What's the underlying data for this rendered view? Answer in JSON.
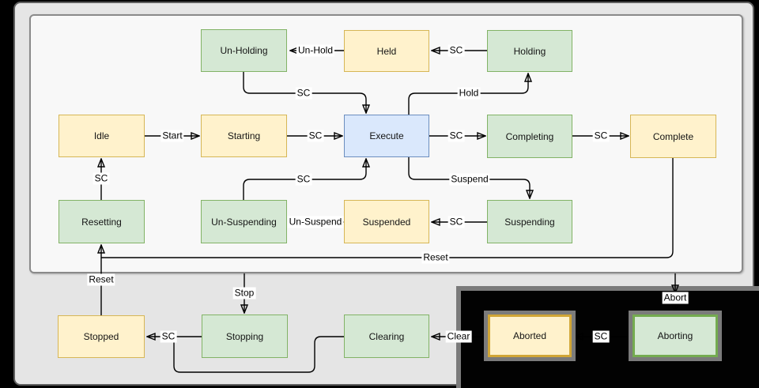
{
  "diagram": {
    "type": "state-machine",
    "regions": {
      "outer": "machine region (gray)",
      "inner": "running states region (white)",
      "dark": "aborted states region (black)"
    }
  },
  "states": [
    {
      "id": "un-holding",
      "label": "Un-Holding",
      "color": "green"
    },
    {
      "id": "held",
      "label": "Held",
      "color": "yellow"
    },
    {
      "id": "holding",
      "label": "Holding",
      "color": "green"
    },
    {
      "id": "idle",
      "label": "Idle",
      "color": "yellow"
    },
    {
      "id": "starting",
      "label": "Starting",
      "color": "yellow"
    },
    {
      "id": "execute",
      "label": "Execute",
      "color": "blue"
    },
    {
      "id": "completing",
      "label": "Completing",
      "color": "green"
    },
    {
      "id": "complete",
      "label": "Complete",
      "color": "yellow"
    },
    {
      "id": "resetting",
      "label": "Resetting",
      "color": "green"
    },
    {
      "id": "un-suspending",
      "label": "Un-Suspending",
      "color": "green"
    },
    {
      "id": "suspended",
      "label": "Suspended",
      "color": "yellow"
    },
    {
      "id": "suspending",
      "label": "Suspending",
      "color": "green"
    },
    {
      "id": "stopped",
      "label": "Stopped",
      "color": "yellow"
    },
    {
      "id": "stopping",
      "label": "Stopping",
      "color": "green"
    },
    {
      "id": "clearing",
      "label": "Clearing",
      "color": "green"
    },
    {
      "id": "aborted",
      "label": "Aborted",
      "color": "yellow-thick"
    },
    {
      "id": "aborting",
      "label": "Aborting",
      "color": "green-thick"
    }
  ],
  "transitions": [
    {
      "from": "Held",
      "to": "Un-Holding",
      "label": "Un-Hold"
    },
    {
      "from": "Holding",
      "to": "Held",
      "label": "SC"
    },
    {
      "from": "Un-Holding",
      "to": "Execute",
      "label": "SC"
    },
    {
      "from": "Execute",
      "to": "Holding",
      "label": "Hold"
    },
    {
      "from": "Idle",
      "to": "Starting",
      "label": "Start"
    },
    {
      "from": "Starting",
      "to": "Execute",
      "label": "SC"
    },
    {
      "from": "Execute",
      "to": "Completing",
      "label": "SC"
    },
    {
      "from": "Completing",
      "to": "Complete",
      "label": "SC"
    },
    {
      "from": "Resetting",
      "to": "Idle",
      "label": "SC"
    },
    {
      "from": "Un-Suspending",
      "to": "Execute",
      "label": "SC"
    },
    {
      "from": "Execute",
      "to": "Suspending",
      "label": "Suspend"
    },
    {
      "from": "Suspending",
      "to": "Suspended",
      "label": "SC"
    },
    {
      "from": "Suspended",
      "to": "Un-Suspending",
      "label": "Un-Suspend"
    },
    {
      "from": "Complete",
      "to": "Resetting",
      "label": "Reset"
    },
    {
      "from": "Stopped",
      "to": "Resetting",
      "label": "Reset"
    },
    {
      "from": "",
      "to": "Stopping",
      "label": "Stop"
    },
    {
      "from": "Stopping",
      "to": "Stopped",
      "label": "SC"
    },
    {
      "from": "Clearing",
      "to": "Stopped",
      "label": ""
    },
    {
      "from": "Aborted",
      "to": "Clearing",
      "label": "Clear"
    },
    {
      "from": "Aborting",
      "to": "Aborted",
      "label": "SC"
    },
    {
      "from": "",
      "to": "Aborting",
      "label": "Abort"
    }
  ],
  "colors": {
    "yellow_fill": "#fff2cc",
    "yellow_border": "#d6b656",
    "green_fill": "#d5e8d4",
    "green_border": "#82b366",
    "blue_fill": "#dae8fc",
    "blue_border": "#6c8ebf",
    "edge_line": "#000000",
    "outer_region_fill": "#e5e5e5",
    "inner_region_fill": "#f8f8f8",
    "dark_region_fill": "#020202",
    "halo": "#7b7b7b"
  }
}
